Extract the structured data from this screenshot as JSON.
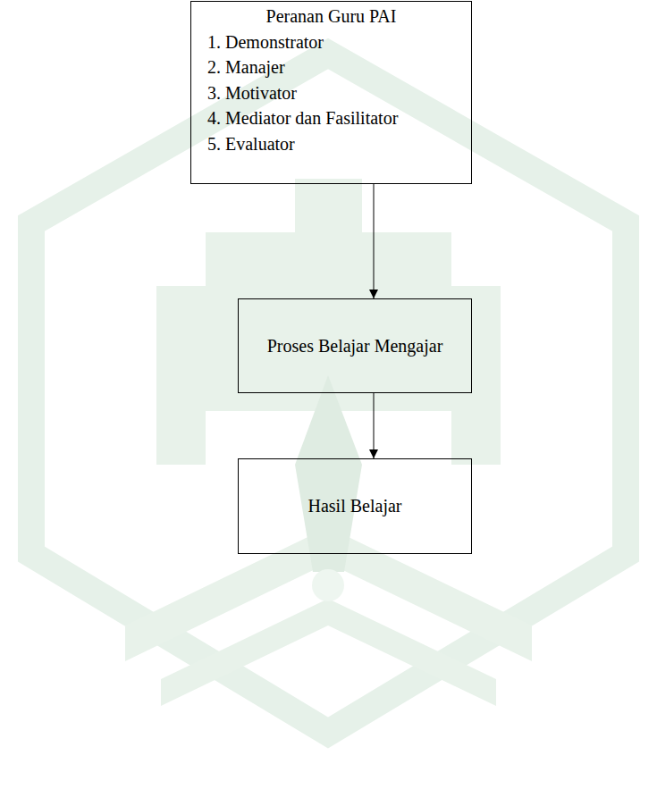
{
  "diagram": {
    "nodes": [
      {
        "text": [
          "Peranan Guru PAI",
          "1. Demonstrator",
          "2. Manajer",
          "3. Motivator",
          "4. Mediator dan Fasilitator",
          "5. Evaluator"
        ]
      },
      {
        "text": [
          "Proses Belajar Mengajar"
        ]
      },
      {
        "text": [
          "Hasil Belajar"
        ]
      }
    ],
    "edges": [
      {
        "from": 0,
        "to": 1,
        "arrow": "to"
      },
      {
        "from": 1,
        "to": 2,
        "arrow": "to"
      }
    ]
  }
}
